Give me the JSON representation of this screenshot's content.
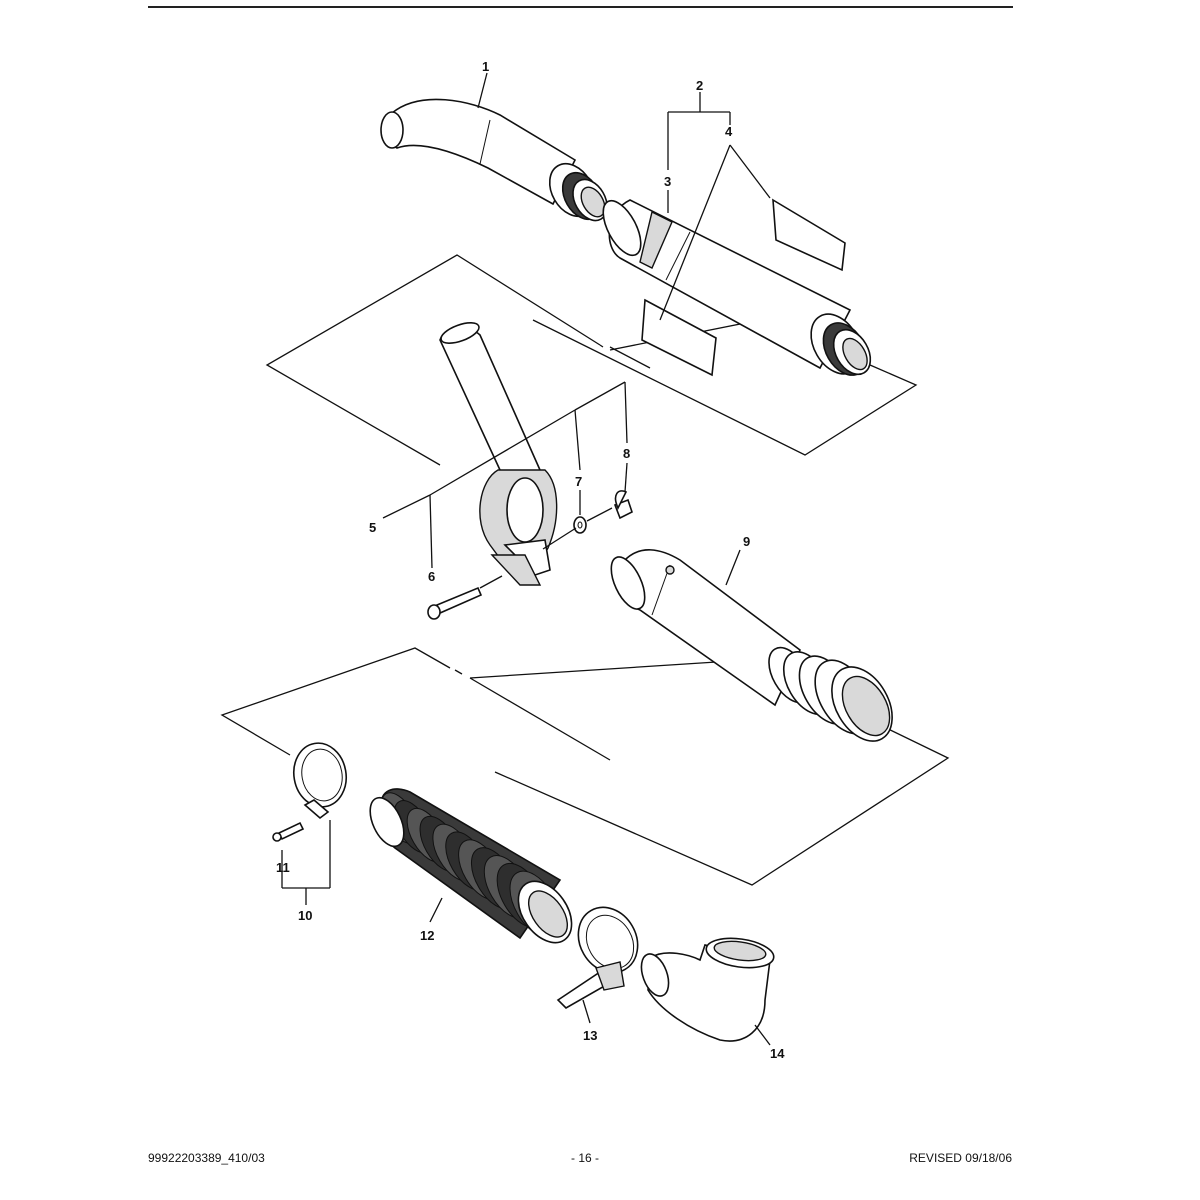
{
  "callouts": {
    "c1": "1",
    "c2": "2",
    "c3": "3",
    "c4": "4",
    "c5": "5",
    "c6": "6",
    "c7": "7",
    "c8": "8",
    "c9": "9",
    "c10": "10",
    "c11": "11",
    "c12": "12",
    "c13": "13",
    "c14": "14"
  },
  "footer": {
    "part_number": "99922203389_410/03",
    "page": "- 16 -",
    "revised": "REVISED 09/18/06"
  }
}
